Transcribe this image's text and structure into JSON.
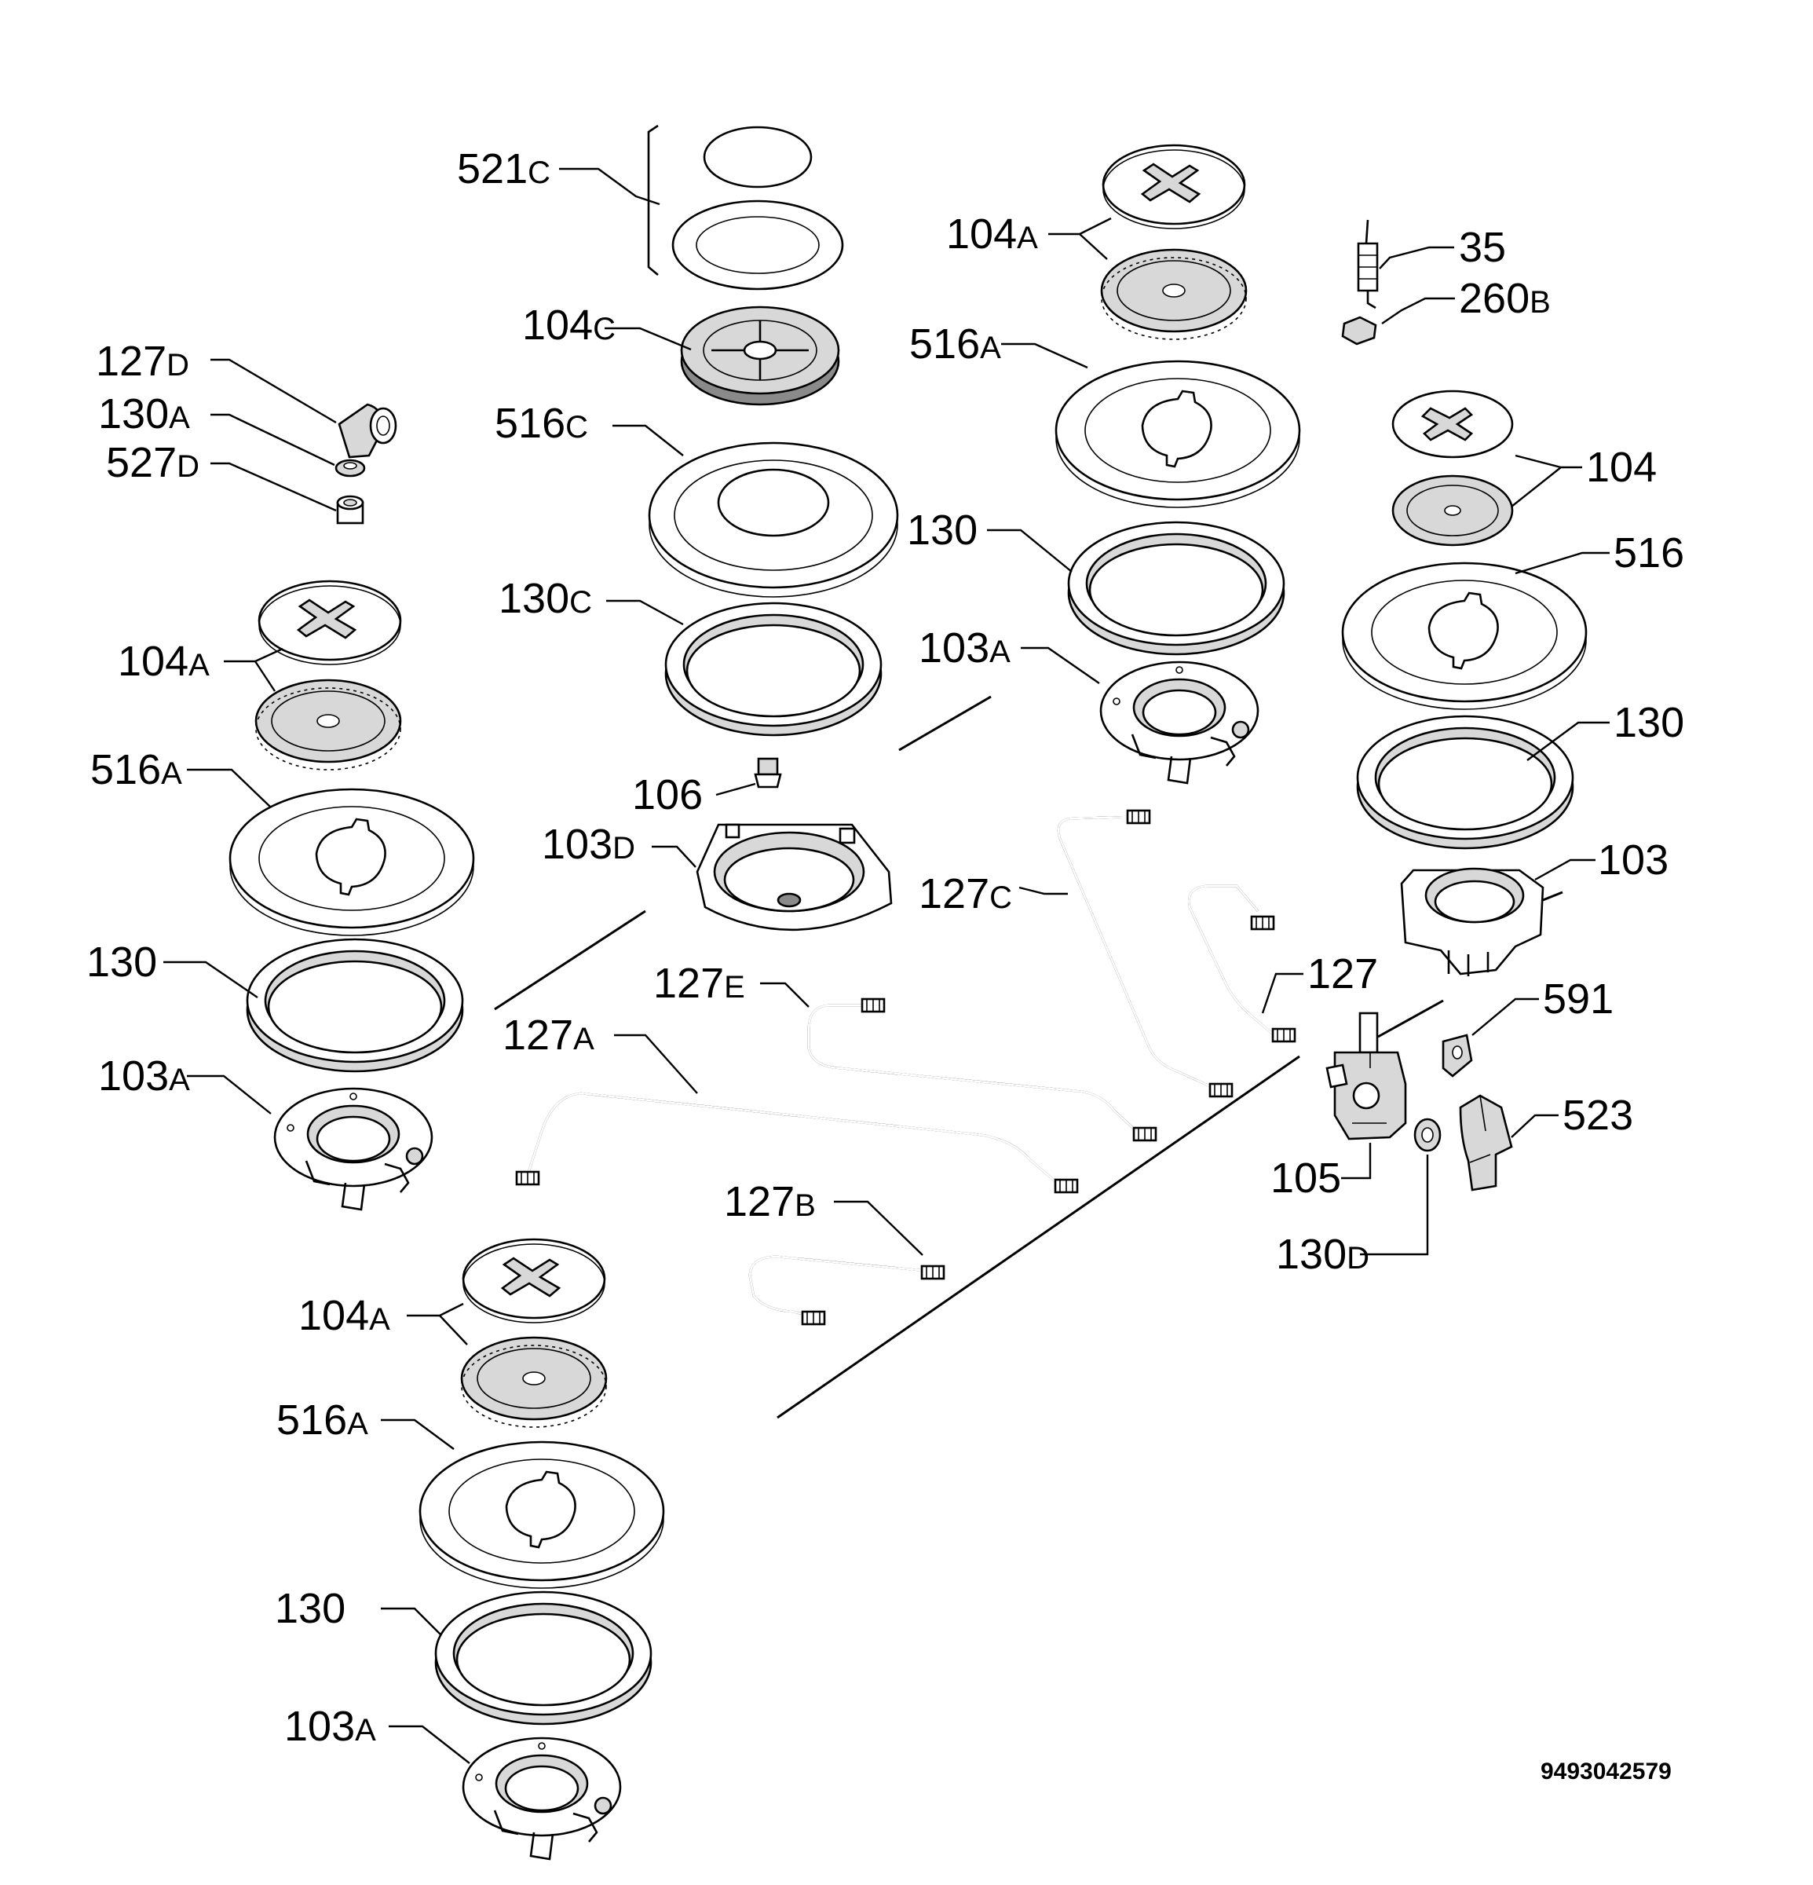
{
  "drawing_code": "9493042579",
  "labels": {
    "l_521c": {
      "num": "521",
      "suf": "C"
    },
    "l_104c": {
      "num": "104",
      "suf": "C"
    },
    "l_516c": {
      "num": "516",
      "suf": "C"
    },
    "l_130c": {
      "num": "130",
      "suf": "C"
    },
    "l_106": {
      "num": "106",
      "suf": ""
    },
    "l_103d": {
      "num": "103",
      "suf": "D"
    },
    "l_127d": {
      "num": "127",
      "suf": "D"
    },
    "l_130a": {
      "num": "130",
      "suf": "A"
    },
    "l_527d": {
      "num": "527",
      "suf": "D"
    },
    "l_104a_left": {
      "num": "104",
      "suf": "A"
    },
    "l_516a_left": {
      "num": "516",
      "suf": "A"
    },
    "l_130_left": {
      "num": "130",
      "suf": ""
    },
    "l_103a_left": {
      "num": "103",
      "suf": "A"
    },
    "l_104a_top": {
      "num": "104",
      "suf": "A"
    },
    "l_516a_top": {
      "num": "516",
      "suf": "A"
    },
    "l_130_top": {
      "num": "130",
      "suf": ""
    },
    "l_103a_top": {
      "num": "103",
      "suf": "A"
    },
    "l_35": {
      "num": "35",
      "suf": ""
    },
    "l_260b": {
      "num": "260",
      "suf": "B"
    },
    "l_104_right": {
      "num": "104",
      "suf": ""
    },
    "l_516_right": {
      "num": "516",
      "suf": ""
    },
    "l_130_right": {
      "num": "130",
      "suf": ""
    },
    "l_103_right": {
      "num": "103",
      "suf": ""
    },
    "l_127c": {
      "num": "127",
      "suf": "C"
    },
    "l_127": {
      "num": "127",
      "suf": ""
    },
    "l_591": {
      "num": "591",
      "suf": ""
    },
    "l_523": {
      "num": "523",
      "suf": ""
    },
    "l_105": {
      "num": "105",
      "suf": ""
    },
    "l_130d": {
      "num": "130",
      "suf": "D"
    },
    "l_127e": {
      "num": "127",
      "suf": "E"
    },
    "l_127a": {
      "num": "127",
      "suf": "A"
    },
    "l_127b": {
      "num": "127",
      "suf": "B"
    },
    "l_104a_bottom": {
      "num": "104",
      "suf": "A"
    },
    "l_516a_bottom": {
      "num": "516",
      "suf": "A"
    },
    "l_130_bottom": {
      "num": "130",
      "suf": ""
    },
    "l_103a_bottom": {
      "num": "103",
      "suf": "A"
    }
  }
}
